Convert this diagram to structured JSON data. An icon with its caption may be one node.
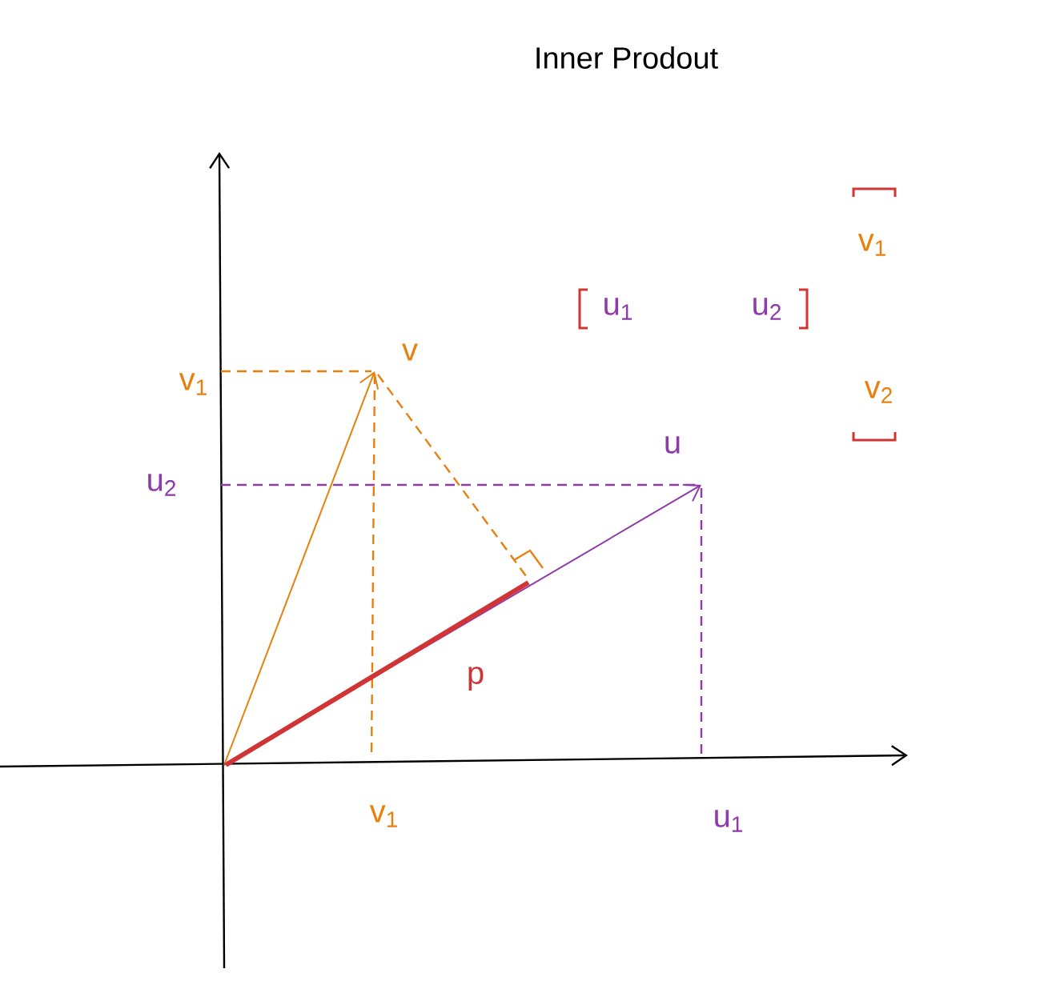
{
  "diagram": {
    "title": "Inner Prodout",
    "labels": [
      "v$_{1}$",
      "u$_{1}$",
      "u$_{2}$",
      "v$_{2}$",
      "v",
      "v$_{1}$",
      "u",
      "u$_{2}$",
      "p",
      "v$_{1}$",
      "u$_{1}$"
    ]
  }
}
